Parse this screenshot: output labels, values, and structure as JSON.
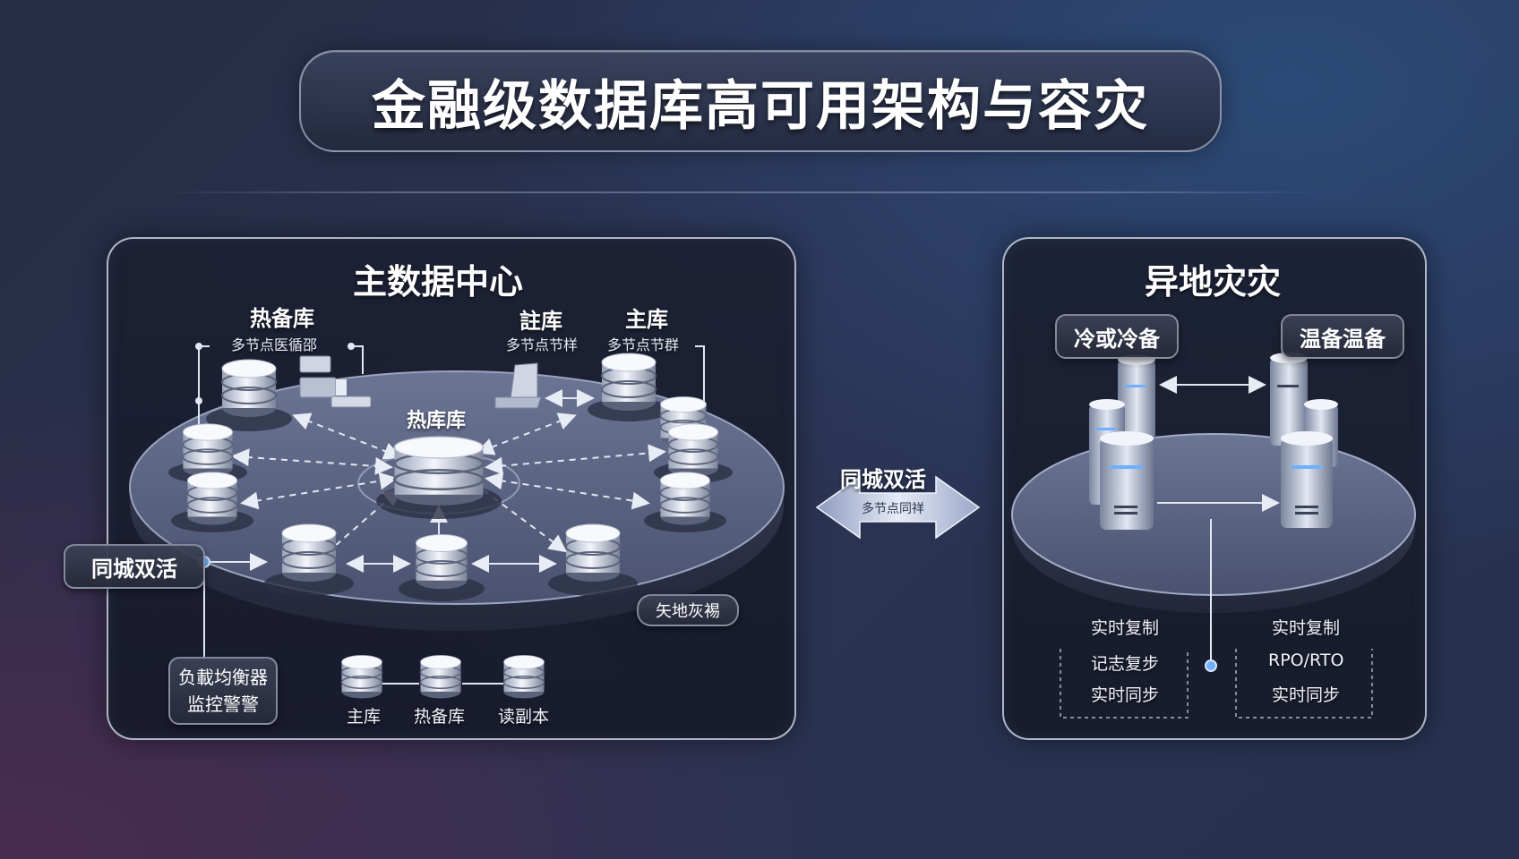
{
  "title": "金融级数据库高可用架构与容灾",
  "primary_dc": {
    "heading": "主数据中心",
    "hot_standby_label": "热备库",
    "hot_standby_sub": "多节点医循邵",
    "node_a_label": "註库",
    "node_a_sub": "多节点节样",
    "node_b_label": "主库",
    "node_b_sub": "多节点节群",
    "center_label": "热库库",
    "same_city_tag": "同城双活",
    "remote_tag": "矢地灰裼",
    "lb_line1": "负載均衡器",
    "lb_line2": "监控警警",
    "legend": [
      "主库",
      "热备库",
      "读副本"
    ]
  },
  "link": {
    "label": "同城双活",
    "sub": "多节点同祥"
  },
  "dr": {
    "heading": "异地灾灾",
    "cold_tag": "冷或冷备",
    "warm_tag": "温备温备",
    "left_col": [
      "实时复制",
      "记志复步",
      "实时同步"
    ],
    "right_col": [
      "实时复制",
      "RPO/RTO",
      "实时同步"
    ]
  },
  "colors": {
    "accent_blue": "#6fb0ff",
    "panel_border": "#e1e8f8"
  }
}
